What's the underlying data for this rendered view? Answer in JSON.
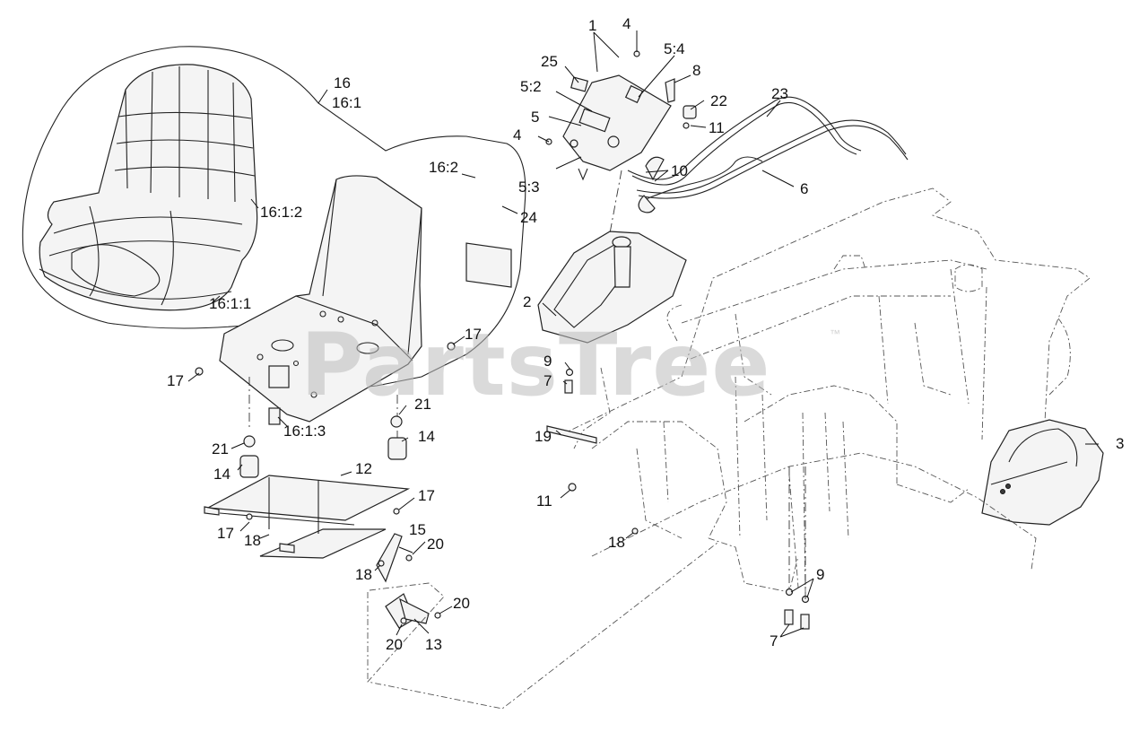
{
  "watermark": {
    "text": "PartsTree",
    "trademark": "™"
  },
  "callouts": [
    {
      "id": "c1",
      "label": "1"
    },
    {
      "id": "c4a",
      "label": "4"
    },
    {
      "id": "c54",
      "label": "5:4"
    },
    {
      "id": "c25",
      "label": "25"
    },
    {
      "id": "c8",
      "label": "8"
    },
    {
      "id": "c52",
      "label": "5:2"
    },
    {
      "id": "c22",
      "label": "22"
    },
    {
      "id": "c23",
      "label": "23"
    },
    {
      "id": "c5",
      "label": "5"
    },
    {
      "id": "c11a",
      "label": "11"
    },
    {
      "id": "c4b",
      "label": "4"
    },
    {
      "id": "c10",
      "label": "10"
    },
    {
      "id": "c53",
      "label": "5:3"
    },
    {
      "id": "c6",
      "label": "6"
    },
    {
      "id": "c16",
      "label": "16"
    },
    {
      "id": "c161",
      "label": "16:1"
    },
    {
      "id": "c162",
      "label": "16:2"
    },
    {
      "id": "c1612",
      "label": "16:1:2"
    },
    {
      "id": "c24",
      "label": "24"
    },
    {
      "id": "c1611",
      "label": "16:1:1"
    },
    {
      "id": "c2",
      "label": "2"
    },
    {
      "id": "c17a",
      "label": "17"
    },
    {
      "id": "c17b",
      "label": "17"
    },
    {
      "id": "c9a",
      "label": "9"
    },
    {
      "id": "c7a",
      "label": "7"
    },
    {
      "id": "c21a",
      "label": "21"
    },
    {
      "id": "c1613",
      "label": "16:1:3"
    },
    {
      "id": "c19",
      "label": "19"
    },
    {
      "id": "c21b",
      "label": "21"
    },
    {
      "id": "c14a",
      "label": "14"
    },
    {
      "id": "c14b",
      "label": "14"
    },
    {
      "id": "c3",
      "label": "3"
    },
    {
      "id": "c12",
      "label": "12"
    },
    {
      "id": "c11b",
      "label": "11"
    },
    {
      "id": "c17c",
      "label": "17"
    },
    {
      "id": "c17d",
      "label": "17"
    },
    {
      "id": "c18a",
      "label": "18"
    },
    {
      "id": "c18b",
      "label": "18"
    },
    {
      "id": "c15",
      "label": "15"
    },
    {
      "id": "c20a",
      "label": "20"
    },
    {
      "id": "c18c",
      "label": "18"
    },
    {
      "id": "c9b",
      "label": "9"
    },
    {
      "id": "c20b",
      "label": "20"
    },
    {
      "id": "c20c",
      "label": "20"
    },
    {
      "id": "c13",
      "label": "13"
    },
    {
      "id": "c7b",
      "label": "7"
    }
  ]
}
